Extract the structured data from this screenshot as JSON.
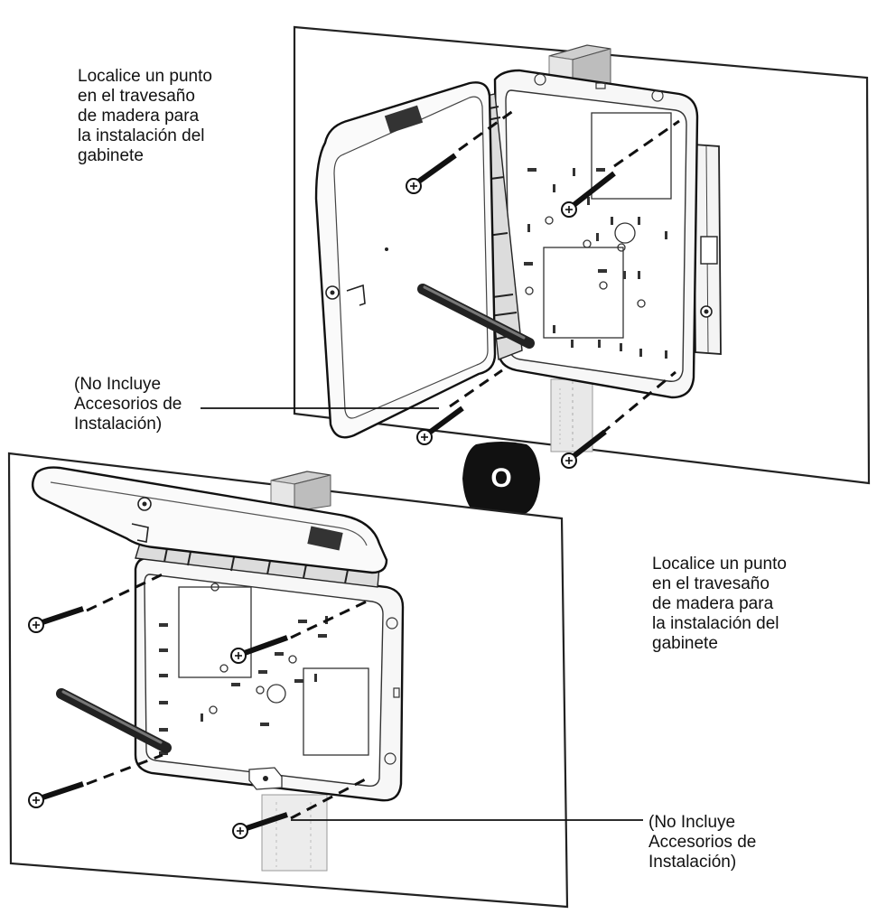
{
  "top_option": {
    "locate_text": "Localice un punto\nen el travesaño\nde madera para\nla instalación del\ngabinete",
    "note_text": "(No Incluye\nAccesorios de\nInstalación)"
  },
  "bottom_option": {
    "locate_text": "Localice un punto\nen el travesaño\nde madera para\nla instalación del\ngabinete",
    "note_text": "(No Incluye\nAccesorios de\nInstalación)"
  },
  "divider": {
    "label": "O"
  }
}
